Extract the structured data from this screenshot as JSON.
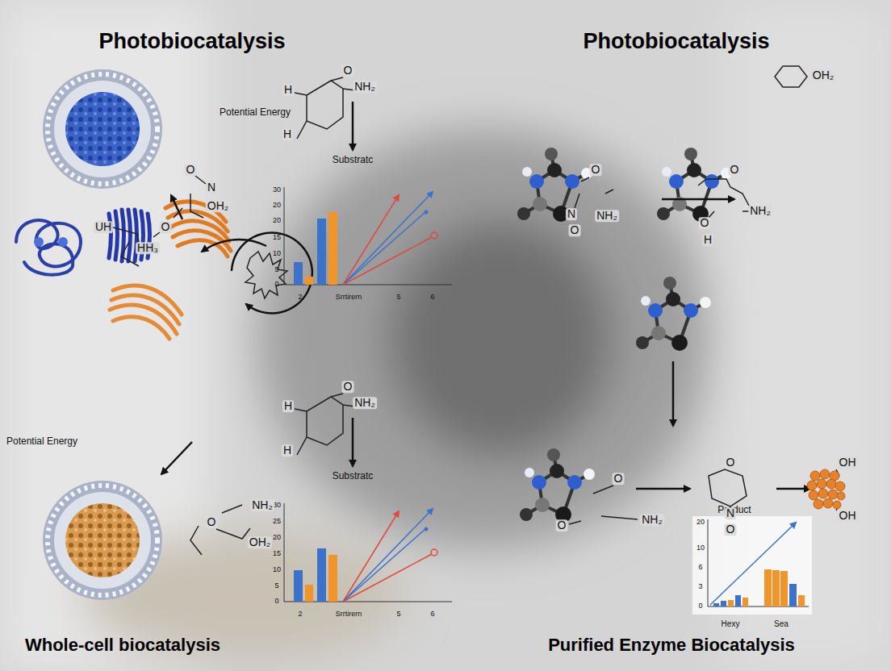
{
  "diagram": {
    "labels": [
      "Photobiocatalysis",
      "Photobiocatalysis",
      "Potential Energy",
      "Potential Energy",
      "Substratc",
      "Substratc",
      "30",
      "20",
      "20",
      "15",
      "10",
      "5",
      "0",
      "2",
      "Srrtirern",
      "5",
      "6",
      "30",
      "25",
      "20",
      "15",
      "10",
      "5",
      "0",
      "2",
      "Srrtirern",
      "5",
      "6",
      "Product",
      "20",
      "10",
      "6",
      "3",
      "0",
      "Hexy",
      "Sea",
      "O",
      "NH₂",
      "H",
      "H",
      "O",
      "NH₂",
      "H",
      "H",
      "O",
      "N",
      "OH₂",
      "UH",
      "HH₃",
      "O",
      "NH₂",
      "O",
      "OH₂",
      "OH₂",
      "O",
      "N",
      "O",
      "NH₂",
      "O",
      "O",
      "H",
      "NH₂",
      "O",
      "NH₂",
      "O",
      "O",
      "N",
      "O",
      "OH",
      "OH",
      "Whole-cell biocatalysis",
      "Purified Enzyme Biocatalysis"
    ]
  }
}
